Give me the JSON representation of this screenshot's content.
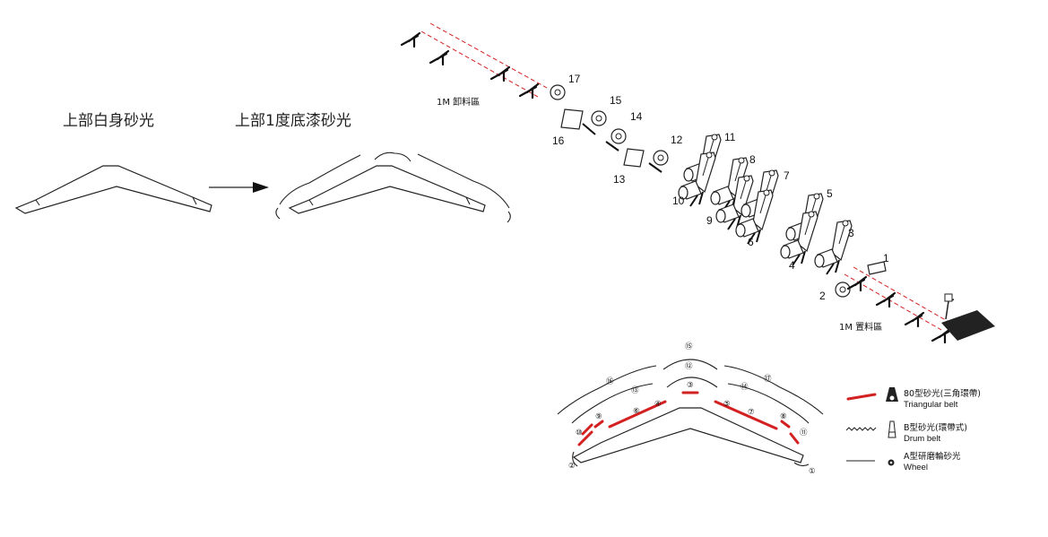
{
  "steps": {
    "before_title": "上部白身砂光",
    "after_title": "上部1度底漆砂光"
  },
  "line": {
    "unload_zone": "1M 卸料區",
    "load_zone": "1M 置料區",
    "station_numbers": [
      "1",
      "2",
      "3",
      "4",
      "5",
      "6",
      "7",
      "8",
      "9",
      "10",
      "11",
      "12",
      "13",
      "14",
      "15",
      "16",
      "17"
    ]
  },
  "contact_map": {
    "labels": [
      "①",
      "②",
      "③",
      "④",
      "⑤",
      "⑥",
      "⑦",
      "⑧",
      "⑨",
      "⑩",
      "⑪",
      "⑫",
      "⑬",
      "⑭",
      "⑮",
      "⑯",
      "⑰"
    ]
  },
  "legend": {
    "items": [
      {
        "zh": "80型砂光(三角環帶)",
        "en": "Triangular belt",
        "swatch": "#d32020",
        "icon": "triangular-belt-sander-icon"
      },
      {
        "zh": "B型砂光(環帶式)",
        "en": "Drum belt",
        "swatch": "#222222",
        "icon": "drum-belt-sander-icon"
      },
      {
        "zh": "A型研磨輪砂光",
        "en": "Wheel",
        "swatch": "#222222",
        "icon": "wheel-sander-icon"
      }
    ]
  },
  "colors": {
    "accent_red": "#d32020",
    "line": "#222222"
  }
}
